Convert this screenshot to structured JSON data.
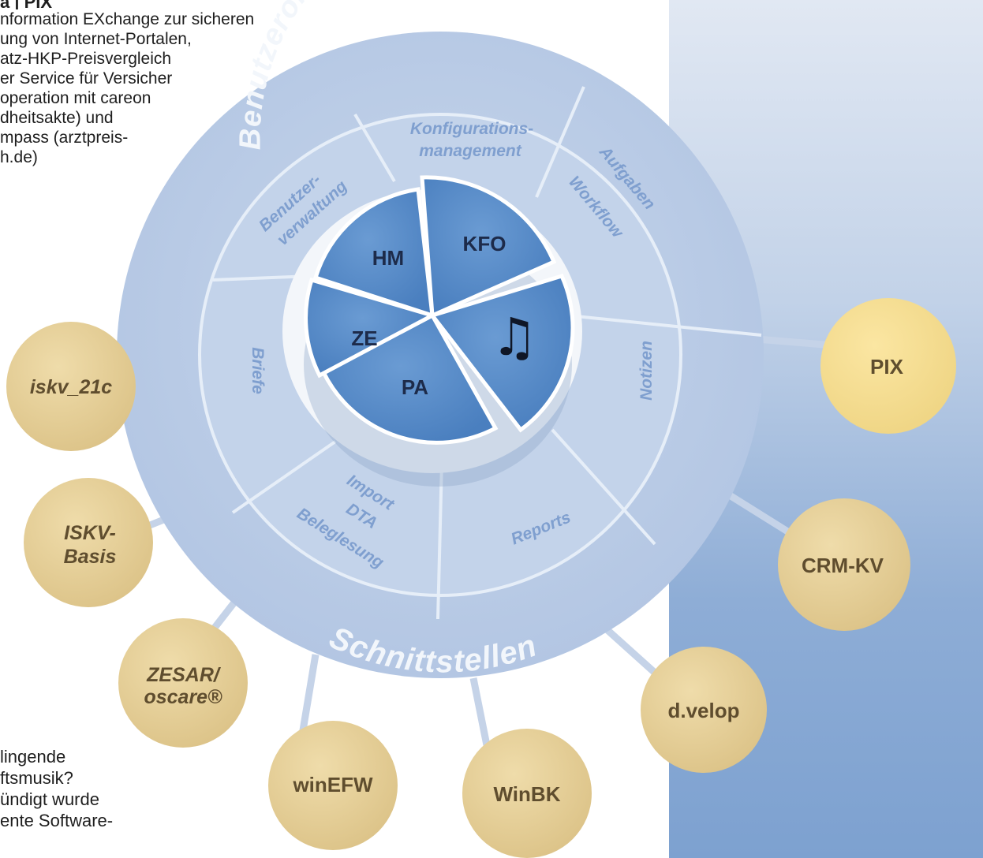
{
  "top_text": {
    "heading": "a | PIX",
    "lines": [
      "nformation EXchange zur sicheren",
      "ung von Internet-Portalen,",
      "atz-HKP-Preisvergleich",
      "er Service für Versicher",
      "operation mit careon",
      "dheitsakte) und",
      "mpass (arztpreis-",
      "h.de)"
    ]
  },
  "bottom_text": {
    "lines": [
      "lingende",
      "ftsmusik?",
      "ündigt wurde",
      "ente Software-"
    ]
  },
  "diagram": {
    "outer_ring_top": "Benutzeroberfläche (Web-Browser)",
    "outer_ring_bottom": "Schnittstellen",
    "segments": {
      "konfiguration_1": "Konfigurations-",
      "konfiguration_2": "management",
      "aufgaben_1": "Aufgaben",
      "aufgaben_2": "Workflow",
      "benutzer_1": "Benutzer-",
      "benutzer_2": "verwaltung",
      "briefe": "Briefe",
      "notizen": "Notizen",
      "import_1": "Import",
      "import_2": "DTA",
      "import_3": "Beleglesung",
      "reports": "Reports"
    },
    "core": {
      "kfo": "KFO",
      "hm": "HM",
      "ze": "ZE",
      "pa": "PA",
      "music_icon": "♫"
    },
    "bubbles": {
      "iskv21c": "iskv_21c",
      "iskv_basis_1": "ISKV-",
      "iskv_basis_2": "Basis",
      "zesar_1": "ZESAR/",
      "zesar_2": "oscare®",
      "winefw": "winEFW",
      "winbk": "WinBK",
      "dvelop": "d.velop",
      "crmkv": "CRM-KV",
      "pix": "PIX"
    }
  },
  "colors": {
    "ring": "#b9cbe6",
    "segment_text": "#7f9fcf",
    "core_blue": "#5b8fcb",
    "bubble": "#e3cd98",
    "bubble_pix": "#f5dc91",
    "background_panel": "#8eadd6"
  }
}
